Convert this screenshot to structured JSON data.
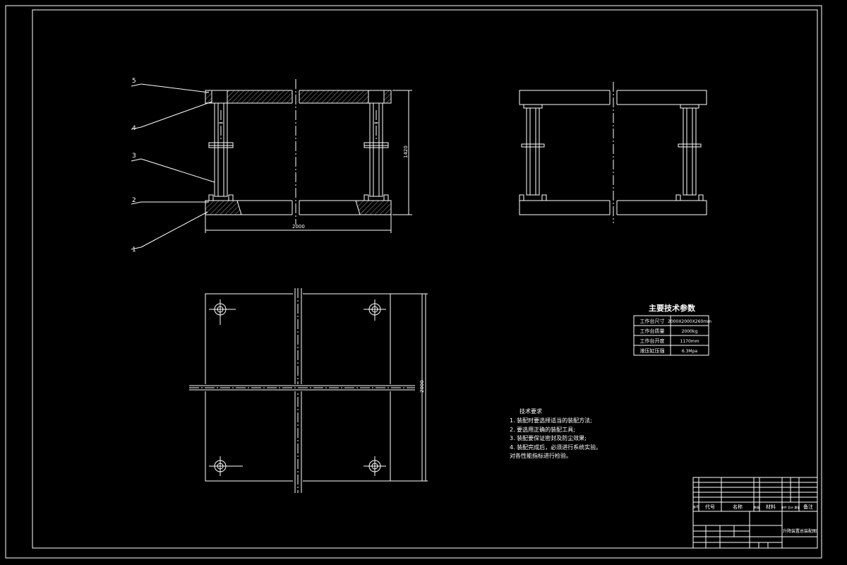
{
  "balloons": [
    "5",
    "4",
    "3",
    "2",
    "1"
  ],
  "dims": {
    "height": "1420",
    "width": "2000",
    "depth": "2000"
  },
  "params": {
    "title": "主要技术参数",
    "rows": [
      [
        "工作台尺寸",
        "2000X2000X260mm"
      ],
      [
        "工作台质量",
        "2000kg"
      ],
      [
        "工作台开度",
        "1170mm"
      ],
      [
        "液压缸压强",
        "6.3Mpa"
      ]
    ]
  },
  "requirements": {
    "title": "技术要求",
    "items": [
      "1. 装配时要选择适当的装配方法;",
      "2. 要选用正确的装配工具;",
      "3. 装配要保证密封及防尘效果;",
      "4. 装配完成后，必须进行系统实验。",
      "对各性能指标进行检验。"
    ]
  },
  "title_block": {
    "header": [
      "序号",
      "代号",
      "名称",
      "数量",
      "材料",
      "单件 总计 重量",
      "备注"
    ],
    "drawing_name": "升降装置总装配图"
  }
}
